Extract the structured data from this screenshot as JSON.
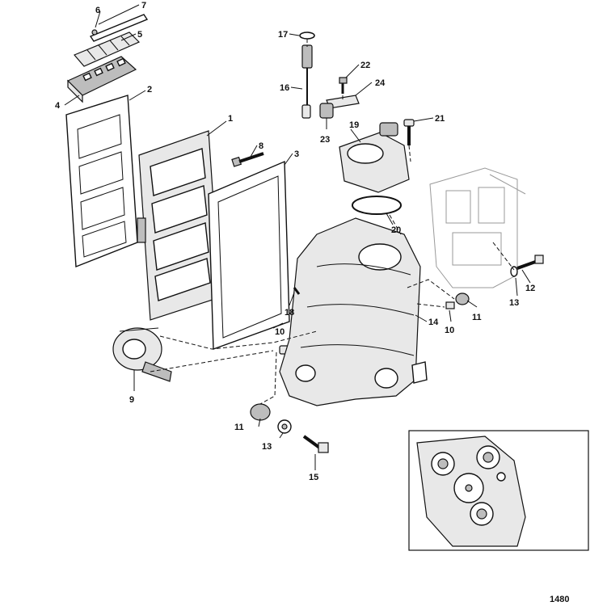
{
  "figure_number": "1480",
  "callouts": [
    {
      "id": "c1",
      "label": "1"
    },
    {
      "id": "c2",
      "label": "2"
    },
    {
      "id": "c3",
      "label": "3"
    },
    {
      "id": "c4",
      "label": "4"
    },
    {
      "id": "c5",
      "label": "5"
    },
    {
      "id": "c6",
      "label": "6"
    },
    {
      "id": "c7",
      "label": "7"
    },
    {
      "id": "c8",
      "label": "8"
    },
    {
      "id": "c9",
      "label": "9"
    },
    {
      "id": "c10a",
      "label": "10"
    },
    {
      "id": "c10b",
      "label": "10"
    },
    {
      "id": "c11a",
      "label": "11"
    },
    {
      "id": "c11b",
      "label": "11"
    },
    {
      "id": "c12",
      "label": "12"
    },
    {
      "id": "c13a",
      "label": "13"
    },
    {
      "id": "c13b",
      "label": "13"
    },
    {
      "id": "c14",
      "label": "14"
    },
    {
      "id": "c15",
      "label": "15"
    },
    {
      "id": "c16",
      "label": "16"
    },
    {
      "id": "c17",
      "label": "17"
    },
    {
      "id": "c18",
      "label": "18"
    },
    {
      "id": "c19",
      "label": "19"
    },
    {
      "id": "c20",
      "label": "20"
    },
    {
      "id": "c21",
      "label": "21"
    },
    {
      "id": "c22",
      "label": "22"
    },
    {
      "id": "c23",
      "label": "23"
    },
    {
      "id": "c24",
      "label": "24"
    }
  ]
}
